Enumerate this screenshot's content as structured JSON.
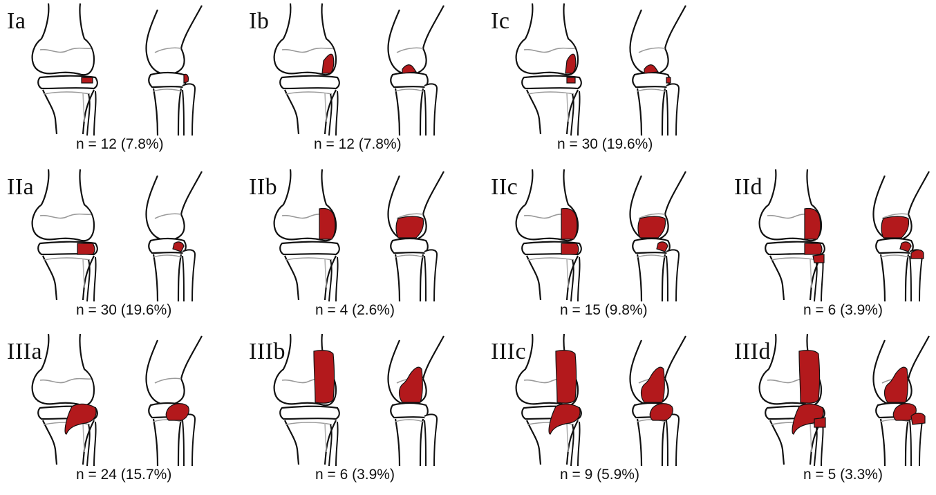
{
  "figure": {
    "highlight_color": "#B3191C",
    "outline_color": "#111111",
    "faint_line_color": "#9a9a9a",
    "panels": [
      {
        "type": "Ia",
        "count": "n = 12 (7.8%)",
        "variant": "Ia"
      },
      {
        "type": "Ib",
        "count": "n = 12 (7.8%)",
        "variant": "Ib"
      },
      {
        "type": "Ic",
        "count": "n = 30 (19.6%)",
        "variant": "Ic"
      },
      {
        "type": "IIa",
        "count": "n = 30 (19.6%)",
        "variant": "IIa"
      },
      {
        "type": "IIb",
        "count": "n = 4 (2.6%)",
        "variant": "IIb"
      },
      {
        "type": "IIc",
        "count": "n = 15 (9.8%)",
        "variant": "IIc"
      },
      {
        "type": "IId",
        "count": "n = 6 (3.9%)",
        "variant": "IId"
      },
      {
        "type": "IIIa",
        "count": "n = 24 (15.7%)",
        "variant": "IIIa"
      },
      {
        "type": "IIIb",
        "count": "n = 6 (3.9%)",
        "variant": "IIIb"
      },
      {
        "type": "IIIc",
        "count": "n = 9 (5.9%)",
        "variant": "IIIc"
      },
      {
        "type": "IIId",
        "count": "n = 5 (3.3%)",
        "variant": "IIId"
      }
    ]
  }
}
